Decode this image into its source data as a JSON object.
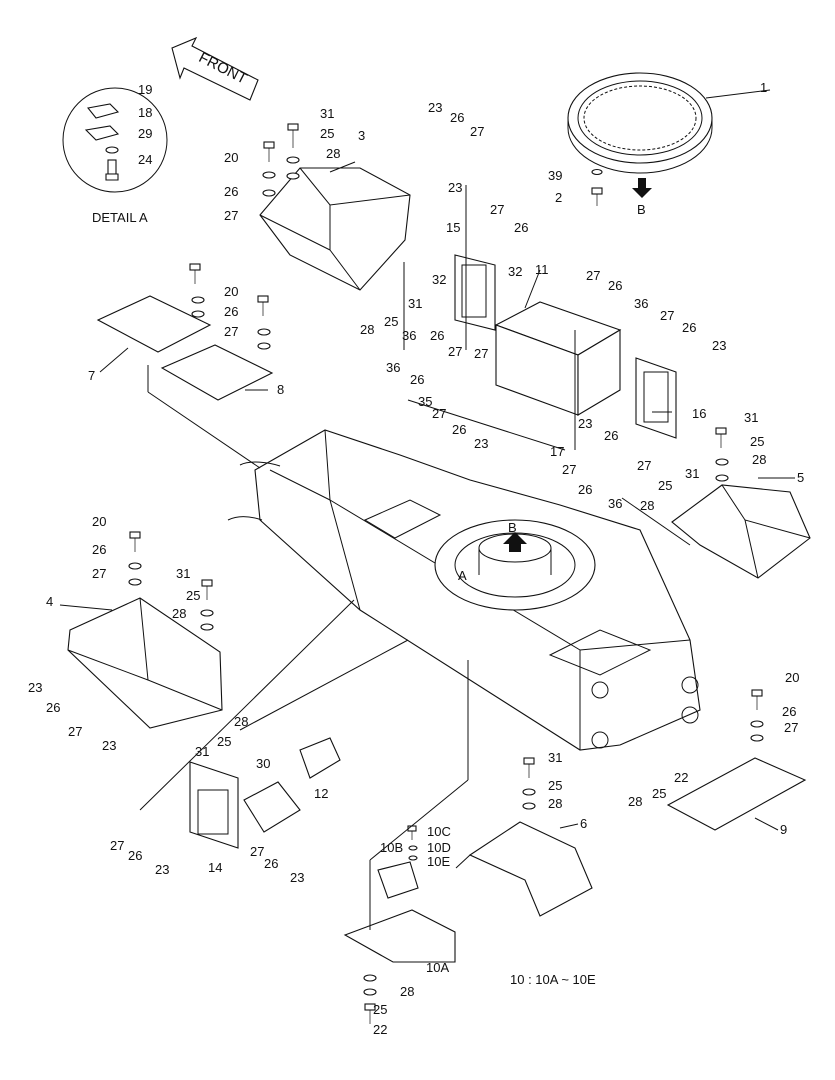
{
  "diagram": {
    "front_label": "FRONT",
    "detail_label": "DETAIL  A",
    "view_label_b": "B",
    "view_label_b2": "B",
    "view_label_a": "A",
    "note": "10 : 10A ~ 10E",
    "callouts": {
      "p1": "1",
      "p2": "2",
      "p39": "39",
      "p3": "3",
      "p4": "4",
      "p5": "5",
      "p6": "6",
      "p7": "7",
      "p8": "8",
      "p9": "9",
      "p10a": "10A",
      "p10b": "10B",
      "p10c": "10C",
      "p10d": "10D",
      "p10e": "10E",
      "p11": "11",
      "p12": "12",
      "p14": "14",
      "p15": "15",
      "p16": "16",
      "p17": "17",
      "p18": "18",
      "p19": "19",
      "p20": "20",
      "p22": "22",
      "p23": "23",
      "p24": "24",
      "p25": "25",
      "p26": "26",
      "p27": "27",
      "p28": "28",
      "p29": "29",
      "p30": "30",
      "p31": "31",
      "p32": "32",
      "p35": "35",
      "p36": "36"
    }
  }
}
